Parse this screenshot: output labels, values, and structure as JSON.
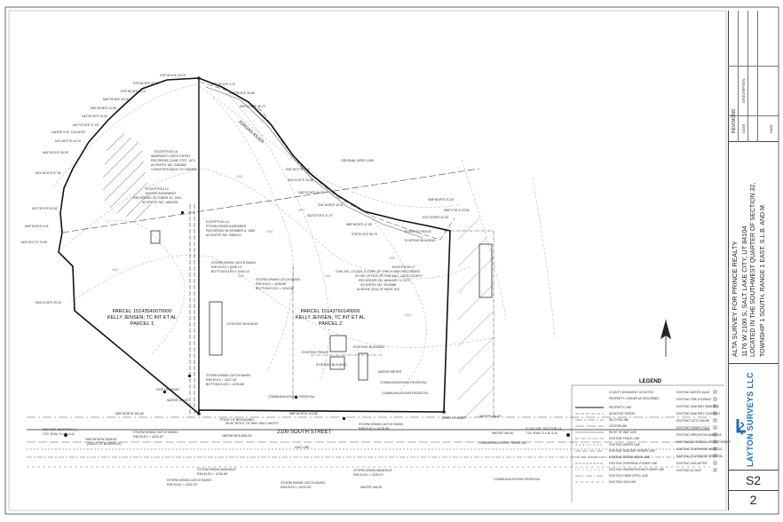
{
  "title_block": {
    "line1": "ALTA SURVEY FOR PRINCE REALTY",
    "line2": "1176 W 2100 S, SALT LAKE CITY, UT 84104",
    "line3": "LOCATED IN THE SOUTHWEST QUARTER OF SECTION 32,",
    "line4": "TOWNSHIP 1 SOUTH, RANGE 1 EAST, S.L.B. AND M.",
    "sheet_id": "S2",
    "sheet_num": "2",
    "company": "LAYTON SURVEYS LLC",
    "revisions_label": "REVISIONS",
    "rev_date": "DATE",
    "rev_desc": "DESCRIPTION",
    "dwg_label": "DWG"
  },
  "legend": {
    "title": "LEGEND",
    "left_items": [
      "COUNTY MONUMENT AS NOTED",
      "PROPERTY CORNER AS DESCRIBED",
      "PROPERTY LINE",
      "ADJACENT PARCEL",
      "SECTION LINE",
      "CENTERLINE",
      "RIGHT OF WAY LINE",
      "EXISTING FENCE LINE",
      "EXISTING WATER LINE",
      "EXISTING SANITARY SEWER LINE",
      "EXISTING STORM DRAIN LINE",
      "EXISTING OVERHEAD POWER LINE",
      "EXISTING UNDERGROUND POWER LINE",
      "EXISTING FIBER OPTIC LINE",
      "EXISTING GAS LINE"
    ],
    "right_items": [
      "EXISTING WATER VALVE",
      "EXISTING FIRE HYDRANT",
      "EXISTING SANITARY MANHOLE",
      "EXISTING SANITARY CLEANOUT",
      "EXISTING CATCH BASIN",
      "EXISTING POWER POLE",
      "EXISTING IRRIGATION MANHOLE",
      "EXISTING ELECTRICAL TRANSFORMER",
      "EXISTING TELEPHONE MANHOLE",
      "EXISTING TELEPHONE PEDESTAL",
      "EXISTING GAS METER",
      "EXISTING AC UNIT"
    ]
  },
  "parcels": {
    "p1_id": "PARCEL 15143540070000",
    "p1_owner": "KELLY JENSEN; TC INT ET AL",
    "p1_name": "PARCEL 1",
    "p2_id": "PARCEL 15143760140000",
    "p2_owner": "KELLY JENSEN; TC INT ET AL",
    "p2_name": "PARCEL 2"
  },
  "labels": {
    "street": "2100 SOUTH STREET",
    "river": "JORDAN RIVER",
    "original_deed": "ORIGINAL DEED LINE",
    "existing_fence": "EXISTING FENCE",
    "existing_building": "EXISTING BUILDING",
    "existing_fence_2": "EXISTING FENCE",
    "existing_building_2": "EXISTING BUILDING",
    "existing_building_3": "EXISTING BUILDING",
    "existing_building_4": "EXISTING BUILDING",
    "water_meter": "WATER METER",
    "comm_ped_1": "COMMUNICATIONS PEDESTAL",
    "comm_ped_2": "COMMUNICATIONS PEDESTAL",
    "comm_ped_3": "COMMUNICATIONS PEDESTAL",
    "comm_ped_4": "COMMUNICATIONS PEDESTAL",
    "comm_ped_5": "COMMUNICATIONS PEDESTAL",
    "fire_hydrant_1": "FIRE HYDRANT",
    "fire_hydrant_2": "FIRE HYDRANT",
    "water_valve_1": "WATER VALVE",
    "water_valve_2": "WATER VALVE",
    "water_valve_3": "WATER VALVE",
    "water_valve_4": "WATER VALVE",
    "gas_line": "GAS LINE",
    "pob": "POINT OF BEGINNING",
    "row_half": "49.50' RIGHT OF WAY HALF-WIDTH",
    "basis": "N89°46'38\"W 2638.61'",
    "basis_sub": "(BASIS OF BEARINGS)",
    "south_line_brg": "N89°46'38\"W 898.90'",
    "sw_cor": "SW COR. SECTION 14,",
    "sw_cor_2": "T1S, R1W, S.L.B. & M.",
    "s14_cor": "S 1/4 COR. SECTION 14,",
    "s14_cor_2": "T1S, R1W, S.L.B. & M.",
    "exc18_a": "EXCEPTION 18",
    "exc18_b": "WARRANTY DEED ENTRY",
    "exc18_c": "RECORDED JUNE 27ST, 1971",
    "exc18_d": "AS ENTRY NO. 2392882",
    "exc18_e": "CONVEYED BACK TO OWNER",
    "exc13_a": "EXCEPTION 13",
    "exc13_b": "POWER EASEMENT",
    "exc13_c": "RECORDED OCTOBER 19, 1904",
    "exc13_d": "AS ENTRY NO. 1881228",
    "exc14_a": "EXCEPTION 14",
    "exc14_b": "STORM DRAIN EASEMENT",
    "exc14_c": "RECORDED NOVEMBER 8, 1984",
    "exc14_d": "AS ENTRY NO. 3985121",
    "exc17_a": "EXCEPTION 17",
    "exc17_b": "CIVIL NO. 172,825, A COPY OF WHICH WAS RECORDED",
    "exc17_c": "IN THE OFFICE OF THE SALT LAKE COUNTY",
    "exc17_d": "RECORDER ON JANUARY 9, 1973",
    "exc17_e": "AS ENTRY NO. 2510686",
    "exc17_f": "IN BOOK 3234, AT PAGE 416",
    "sdcb1_a": "STORM DRAIN CATCH BASIN",
    "sdcb1_b": "RIM ELEV = 4236.13'",
    "sdcb1_c": "BOTTOM ELEV = 4234.13'",
    "sdcb2_a": "STORM DRAIN CATCH BASIN",
    "sdcb2_b": "RIM ELEV = 4236.85'",
    "sdcb2_c": "BOTTOM ELEV = 4234.56'",
    "sdcb3_a": "STORM DRAIN CATCH BASIN",
    "sdcb3_b": "RIM ELEV = 4237.34'",
    "sdcb3_c": "BOTTOM ELEV = 4235.86'",
    "sdcb4_a": "STORM DRAIN CATCH BASIN",
    "sdcb4_b": "RIM ELEV = 4243.67'",
    "sdcb5_a": "STORM DRAIN CATCH BASIN",
    "sdcb5_b": "RIM ELEV = 4236.98'",
    "sdcb6_a": "STORM DRAIN CATCH BASIN",
    "sdcb6_b": "RIM ELEV = 4242.23'",
    "sdcb7_a": "STORM DRAIN CATCH BASIN",
    "sdcb7_b": "RIM ELEV = 4233.00'",
    "sdmh1_a": "STORM DRAIN MANHOLE",
    "sdmh1_b": "RIM ELEV = 4236.69'",
    "sdmh2_a": "STORM DRAIN MANHOLE",
    "sdmh2_b": "RIM ELEV = 4235.97'",
    "large_culvert": "LARGE 5.00' CULVERT"
  },
  "bearings": {
    "b01": "S78°18'44\"E  24.19'",
    "b02": "N70°46'09\"E  22.61'",
    "b03": "N75°36'18\"E  21.47'",
    "b04": "N60°28'48\"E  34.15'",
    "b05": "N60°18'48\"E  24.05'",
    "b06": "N44°52'25\"E  24.00'",
    "b07": "N47°01'30\"E  27.03'",
    "b08": "N31°45'27\"E  44.10'",
    "b09": "N44°05'29\"E  46.99'",
    "b10": "N31°46'34\"E  67.01'",
    "b11": "N22°05'19\"E  51.82'",
    "b12": "N05°34'53\"E  5.61'",
    "b13": "N02°18'17\"E  70.69'",
    "b14": "N04°10'48\"E  25.03'",
    "b15": "S78°18'44\"E  0.72'",
    "b16": "S50°28'49\"E  28.68'",
    "b17": "S30°01'33\"E  45.72'",
    "b18": "S46°16'27\"E  6.61'",
    "b19": "S04°41'57\"E  25.98'",
    "b20": "S46°03'26\"E  42.15'",
    "b21": "S46°16'58\"E  40.01'",
    "b22": "S52°02'15\"E  37.47'",
    "b23": "N89°48'29\"E  47.50'",
    "b24": "S78°22'42\"E  56.79'",
    "b25": "S68°17'51\"E  23.50'",
    "b26": "N38°56'49\"E  31.20'",
    "b27": "N70°16'08\"E  42.33'",
    "b28": "N89°46'38\"W 415.58'",
    "b29": "N89°46'38\"W 463.48'"
  },
  "elevations": {
    "e1": "4232",
    "e2": "4230",
    "e3": "4235",
    "e4": "4233",
    "e5": "4231",
    "e6": "4234",
    "e7": "4236",
    "e8": "4237"
  }
}
